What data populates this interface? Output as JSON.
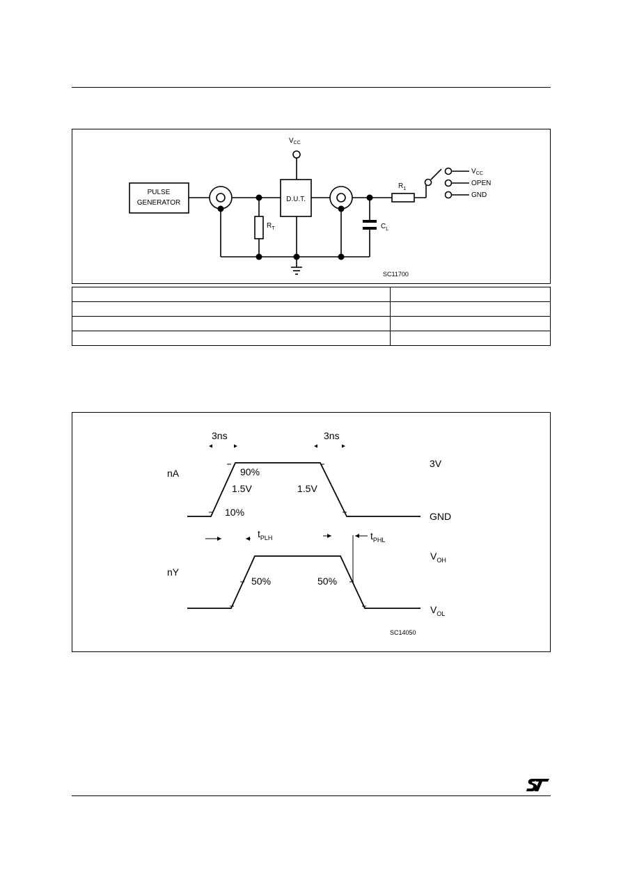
{
  "test_circuit": {
    "vcc_label": "V",
    "vcc_sub": "CC",
    "pulse_generator": [
      "PULSE",
      "GENERATOR"
    ],
    "dut_label": "D.U.T.",
    "rt_label": "R",
    "rt_sub": "T",
    "r1_label": "R",
    "r1_sub": "1",
    "cl_label": "C",
    "cl_sub": "L",
    "switch_vcc": "V",
    "switch_vcc_sub": "CC",
    "switch_open": "OPEN",
    "switch_gnd": "GND",
    "figure_code": "SC11700"
  },
  "test_table": {
    "rows": [
      [
        "",
        ""
      ],
      [
        "",
        ""
      ],
      [
        "",
        ""
      ],
      [
        "",
        ""
      ]
    ]
  },
  "waveform": {
    "rise_time": "3ns",
    "fall_time": "3ns",
    "input_label": "nA",
    "output_label": "nY",
    "pct_90": "90%",
    "pct_10": "10%",
    "level_15_left": "1.5V",
    "level_15_right": "1.5V",
    "level_3v": "3V",
    "level_gnd": "GND",
    "tplh": "t",
    "tplh_sub": "PLH",
    "tphl": "t",
    "tphl_sub": "PHL",
    "voh": "V",
    "voh_sub": "OH",
    "vol": "V",
    "vol_sub": "OL",
    "pct_50_left": "50%",
    "pct_50_right": "50%",
    "figure_code": "SC14050"
  }
}
